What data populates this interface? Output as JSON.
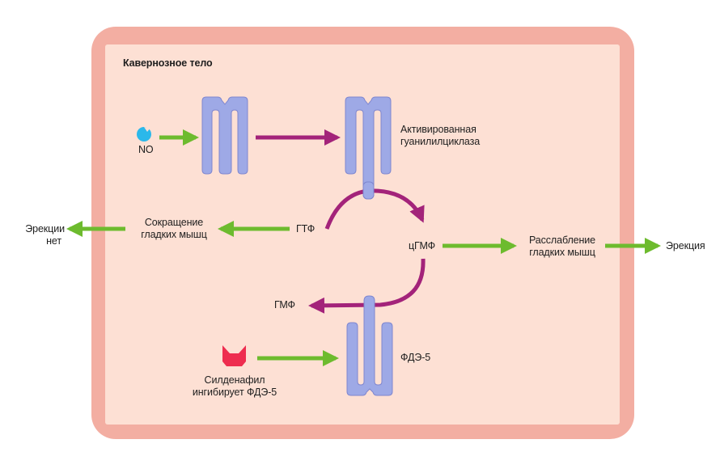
{
  "diagram": {
    "title": "Кавернозное тело",
    "colors": {
      "outer_frame": "#f3aea2",
      "inner_panel": "#fde0d4",
      "enzyme": "#9ea9e6",
      "enzyme_edge": "#7e86cf",
      "activation_arrow": "#6dbb2e",
      "reaction_arrow": "#a3237a",
      "no_molecule": "#2bb8ea",
      "sildenafil": "#ee2d4f"
    },
    "nodes": {
      "no": "NO",
      "activated_gc_line1": "Активированная",
      "activated_gc_line2": "гуанилилциклаза",
      "gtp": "ГТФ",
      "cgmp": "цГМФ",
      "gmp": "ГМФ",
      "pde5": "ФДЭ-5",
      "contraction_line1": "Сокращение",
      "contraction_line2": "гладких мышц",
      "relaxation_line1": "Расслабление",
      "relaxation_line2": "гладких мышц",
      "no_erection_line1": "Эрекции",
      "no_erection_line2": "нет",
      "erection": "Эрекция",
      "sildenafil_line1": "Силденафил",
      "sildenafil_line2": "ингибирует ФДЭ-5"
    },
    "edges": [
      {
        "from": "NO",
        "to": "гуанилилциклаза",
        "type": "activation"
      },
      {
        "from": "гуанилилциклаза",
        "to": "Активированная гуанилилциклаза",
        "type": "reaction"
      },
      {
        "from": "ГТФ",
        "to": "цГМФ",
        "type": "reaction",
        "via": "Активированная гуанилилциклаза"
      },
      {
        "from": "цГМФ",
        "to": "ГМФ",
        "type": "reaction",
        "via": "ФДЭ-5"
      },
      {
        "from": "ГТФ",
        "to": "Сокращение гладких мышц",
        "type": "activation"
      },
      {
        "from": "Сокращение гладких мышц",
        "to": "Эрекции нет",
        "type": "activation"
      },
      {
        "from": "цГМФ",
        "to": "Расслабление гладких мышц",
        "type": "activation"
      },
      {
        "from": "Расслабление гладких мышц",
        "to": "Эрекция",
        "type": "activation"
      },
      {
        "from": "Силденафил",
        "to": "ФДЭ-5",
        "type": "activation"
      }
    ]
  }
}
